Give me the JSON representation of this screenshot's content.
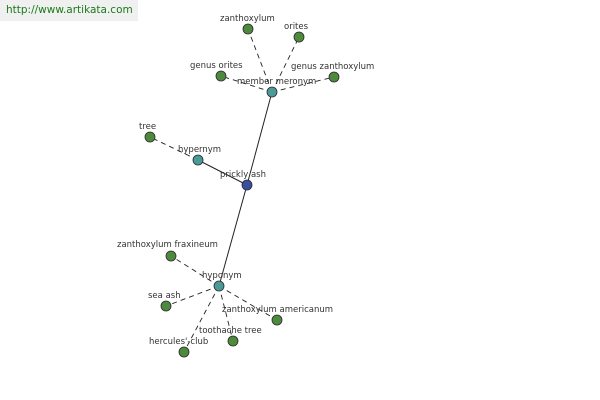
{
  "watermark": {
    "url": "http://www.artikata.com"
  },
  "colors": {
    "center_node": "#3b4fa0",
    "relation_node": "#4a9a9a",
    "leaf_node": "#4e8a3e",
    "node_outline": "#2a2a2a",
    "edge": "#222222",
    "label": "#333333"
  },
  "graph": {
    "center": {
      "id": "prickly-ash",
      "label": "prickly ash"
    },
    "relations": [
      {
        "id": "member-meronym",
        "label": "member meronym",
        "children": [
          {
            "id": "zanthoxylum",
            "label": "zanthoxylum"
          },
          {
            "id": "orites",
            "label": "orites"
          },
          {
            "id": "genus-orites",
            "label": "genus orites"
          },
          {
            "id": "genus-zanthoxylum",
            "label": "genus zanthoxylum"
          }
        ]
      },
      {
        "id": "hypernym",
        "label": "hypernym",
        "children": [
          {
            "id": "tree",
            "label": "tree"
          }
        ]
      },
      {
        "id": "hyponym",
        "label": "hyponym",
        "children": [
          {
            "id": "zanthoxylum-fraxineum",
            "label": "zanthoxylum fraxineum"
          },
          {
            "id": "sea-ash",
            "label": "sea ash"
          },
          {
            "id": "zanthoxylum-americanum",
            "label": "zanthoxylum americanum"
          },
          {
            "id": "toothache-tree",
            "label": "toothache tree"
          },
          {
            "id": "hercules-club",
            "label": "hercules'-club"
          }
        ]
      }
    ]
  }
}
